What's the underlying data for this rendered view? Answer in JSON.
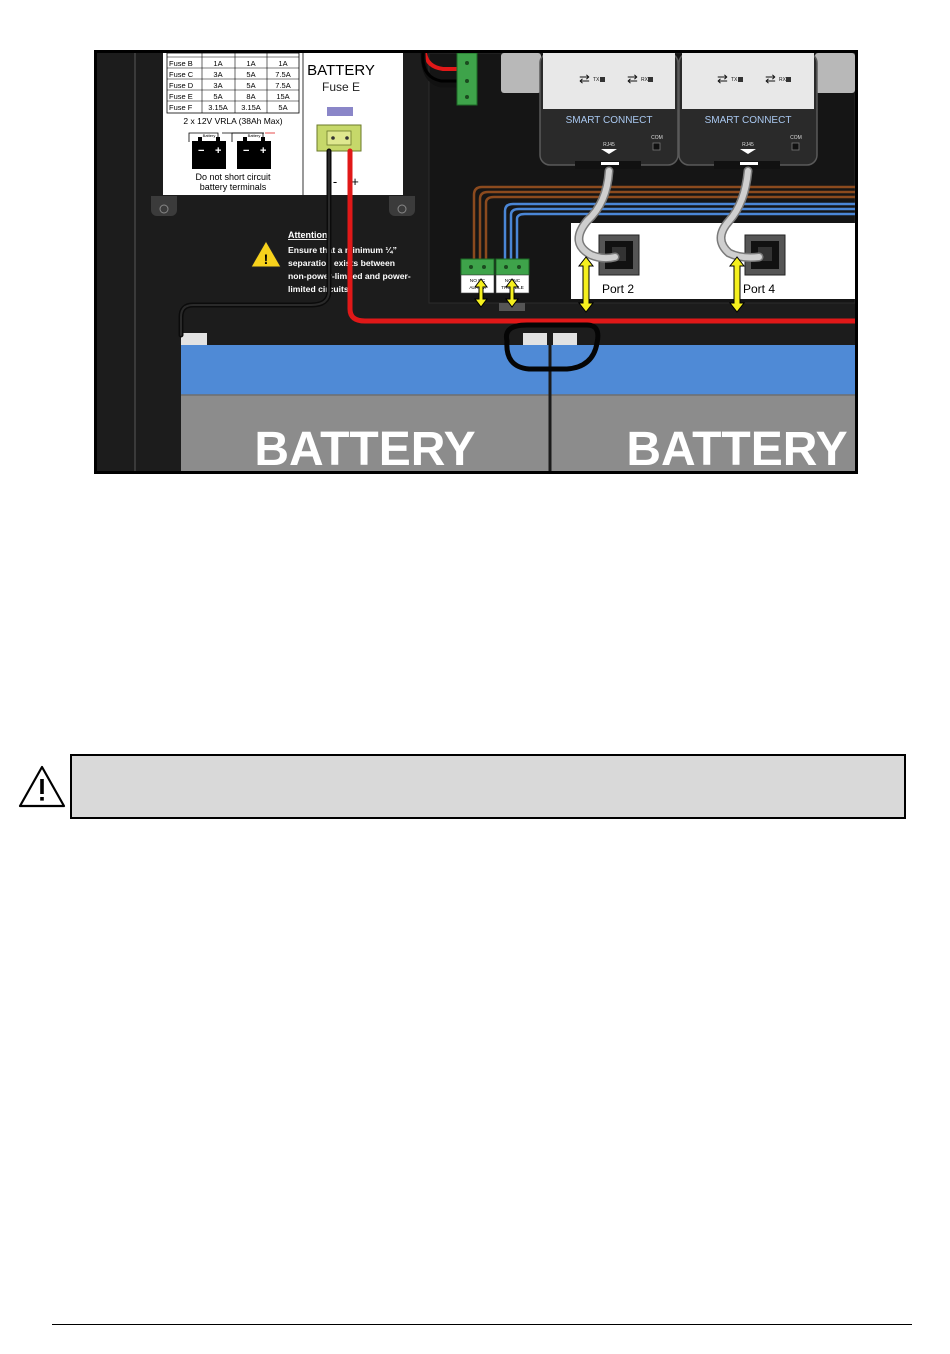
{
  "figure": {
    "fuse_table": {
      "rows": [
        {
          "name": "Fuse B",
          "v1": "1A",
          "v2": "1A",
          "v3": "1A"
        },
        {
          "name": "Fuse C",
          "v1": "3A",
          "v2": "5A",
          "v3": "7.5A"
        },
        {
          "name": "Fuse D",
          "v1": "3A",
          "v2": "5A",
          "v3": "7.5A"
        },
        {
          "name": "Fuse E",
          "v1": "5A",
          "v2": "8A",
          "v3": "15A"
        },
        {
          "name": "Fuse F",
          "v1": "3.15A",
          "v2": "3.15A",
          "v3": "5A"
        }
      ],
      "vrla_label": "2 x 12V VRLA (38Ah Max)",
      "battery_small_label": "Battery",
      "short_warning_line1": "Do not short circuit",
      "short_warning_line2": "battery terminals"
    },
    "battery_label": {
      "title": "BATTERY",
      "fuse": "Fuse E",
      "minus": "-",
      "plus": "+"
    },
    "attention": {
      "heading": "Attention:",
      "line1": "Ensure that a minimum ¼”",
      "line2": "separation  exists between",
      "line3": "non-power-limited and  power-",
      "line4": "limited circuits."
    },
    "terminals": {
      "alarm_top": "NO  NC",
      "alarm_bottom": "ALARM",
      "trouble_top": "NO  NC",
      "trouble_bottom": "TROUBLE"
    },
    "modules": [
      {
        "tx": "TX",
        "rx": "RX",
        "brand": "SMART CONNECT",
        "rj45": "RJ45",
        "com": "COM"
      },
      {
        "tx": "TX",
        "rx": "RX",
        "brand": "SMART CONNECT",
        "rj45": "RJ45",
        "com": "COM"
      }
    ],
    "ports": {
      "port2": "Port 2",
      "port4": "Port 4"
    },
    "batteries": {
      "left": "BATTERY",
      "right": "BATTERY"
    }
  },
  "warning_box": {
    "text": "",
    "icon": "warning-triangle-icon"
  }
}
